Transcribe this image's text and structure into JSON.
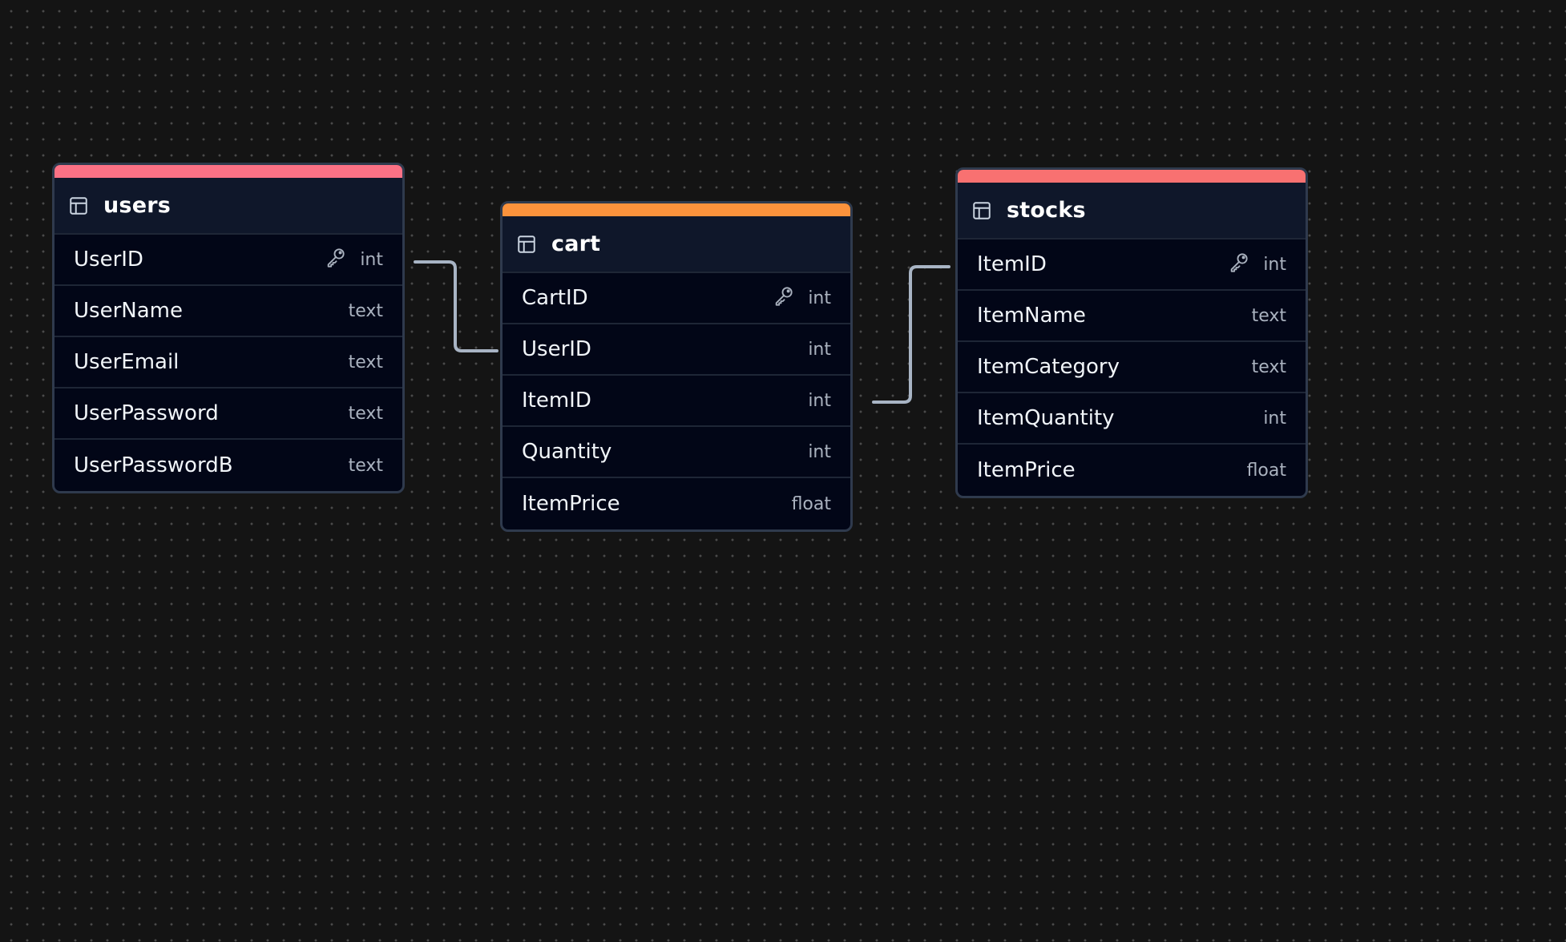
{
  "colors": {
    "background": "#141414",
    "users_accent": "#fb7185",
    "cart_accent": "#fb923c",
    "stocks_accent": "#f87171",
    "connector": "#a8b4c4"
  },
  "icons": {
    "table": "table-grid-icon",
    "primary_key": "key-icon"
  },
  "tables": {
    "users": {
      "name": "users",
      "fields": [
        {
          "name": "UserID",
          "type": "int",
          "primary_key": true
        },
        {
          "name": "UserName",
          "type": "text",
          "primary_key": false
        },
        {
          "name": "UserEmail",
          "type": "text",
          "primary_key": false
        },
        {
          "name": "UserPassword",
          "type": "text",
          "primary_key": false
        },
        {
          "name": "UserPasswordB",
          "type": "text",
          "primary_key": false
        }
      ]
    },
    "cart": {
      "name": "cart",
      "fields": [
        {
          "name": "CartID",
          "type": "int",
          "primary_key": true
        },
        {
          "name": "UserID",
          "type": "int",
          "primary_key": false
        },
        {
          "name": "ItemID",
          "type": "int",
          "primary_key": false
        },
        {
          "name": "Quantity",
          "type": "int",
          "primary_key": false
        },
        {
          "name": "ItemPrice",
          "type": "float",
          "primary_key": false
        }
      ]
    },
    "stocks": {
      "name": "stocks",
      "fields": [
        {
          "name": "ItemID",
          "type": "int",
          "primary_key": true
        },
        {
          "name": "ItemName",
          "type": "text",
          "primary_key": false
        },
        {
          "name": "ItemCategory",
          "type": "text",
          "primary_key": false
        },
        {
          "name": "ItemQuantity",
          "type": "int",
          "primary_key": false
        },
        {
          "name": "ItemPrice",
          "type": "float",
          "primary_key": false
        }
      ]
    }
  },
  "relationships": [
    {
      "from": "users.UserID",
      "to": "cart.UserID"
    },
    {
      "from": "cart.ItemID",
      "to": "stocks.ItemID"
    }
  ]
}
